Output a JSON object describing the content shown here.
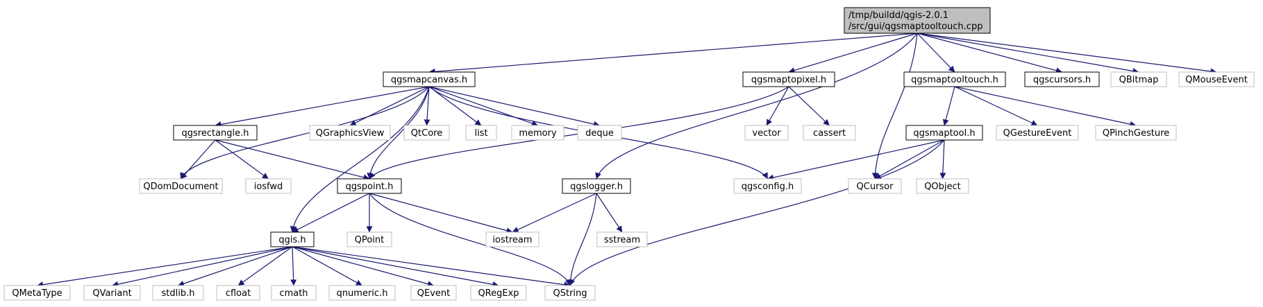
{
  "colors": {
    "edge": "#191970",
    "root_fill": "#bfbfbf",
    "node_border": "#000000",
    "external_border": "#bfbfbf"
  },
  "nodes": [
    {
      "id": "root",
      "lines": [
        "/tmp/buildd/qgis-2.0.1",
        "/src/gui/qgsmaptooltouch.cpp"
      ],
      "kind": "root"
    },
    {
      "id": "qgsmapcanvas_h",
      "lines": [
        "qgsmapcanvas.h"
      ],
      "kind": "normal"
    },
    {
      "id": "qgsmaptopixel_h",
      "lines": [
        "qgsmaptopixel.h"
      ],
      "kind": "normal"
    },
    {
      "id": "qgsmaptooltouch_h",
      "lines": [
        "qgsmaptooltouch.h"
      ],
      "kind": "normal"
    },
    {
      "id": "qgscursors_h",
      "lines": [
        "qgscursors.h"
      ],
      "kind": "normal"
    },
    {
      "id": "QBitmap",
      "lines": [
        "QBitmap"
      ],
      "kind": "ext"
    },
    {
      "id": "QMouseEvent",
      "lines": [
        "QMouseEvent"
      ],
      "kind": "ext"
    },
    {
      "id": "qgsrectangle_h",
      "lines": [
        "qgsrectangle.h"
      ],
      "kind": "normal"
    },
    {
      "id": "QGraphicsView",
      "lines": [
        "QGraphicsView"
      ],
      "kind": "ext"
    },
    {
      "id": "QtCore",
      "lines": [
        "QtCore"
      ],
      "kind": "ext"
    },
    {
      "id": "list",
      "lines": [
        "list"
      ],
      "kind": "ext"
    },
    {
      "id": "memory",
      "lines": [
        "memory"
      ],
      "kind": "ext"
    },
    {
      "id": "deque",
      "lines": [
        "deque"
      ],
      "kind": "ext"
    },
    {
      "id": "vector",
      "lines": [
        "vector"
      ],
      "kind": "ext"
    },
    {
      "id": "cassert",
      "lines": [
        "cassert"
      ],
      "kind": "ext"
    },
    {
      "id": "qgsmaptool_h",
      "lines": [
        "qgsmaptool.h"
      ],
      "kind": "normal"
    },
    {
      "id": "QGestureEvent",
      "lines": [
        "QGestureEvent"
      ],
      "kind": "ext"
    },
    {
      "id": "QPinchGesture",
      "lines": [
        "QPinchGesture"
      ],
      "kind": "ext"
    },
    {
      "id": "QDomDocument",
      "lines": [
        "QDomDocument"
      ],
      "kind": "ext"
    },
    {
      "id": "iosfwd",
      "lines": [
        "iosfwd"
      ],
      "kind": "ext"
    },
    {
      "id": "qgspoint_h",
      "lines": [
        "qgspoint.h"
      ],
      "kind": "normal"
    },
    {
      "id": "qgslogger_h",
      "lines": [
        "qgslogger.h"
      ],
      "kind": "normal"
    },
    {
      "id": "qgsconfig_h",
      "lines": [
        "qgsconfig.h"
      ],
      "kind": "ext"
    },
    {
      "id": "QCursor",
      "lines": [
        "QCursor"
      ],
      "kind": "ext"
    },
    {
      "id": "QObject",
      "lines": [
        "QObject"
      ],
      "kind": "ext"
    },
    {
      "id": "qgis_h",
      "lines": [
        "qgis.h"
      ],
      "kind": "normal"
    },
    {
      "id": "QPoint",
      "lines": [
        "QPoint"
      ],
      "kind": "ext"
    },
    {
      "id": "iostream",
      "lines": [
        "iostream"
      ],
      "kind": "ext"
    },
    {
      "id": "sstream",
      "lines": [
        "sstream"
      ],
      "kind": "ext"
    },
    {
      "id": "QMetaType",
      "lines": [
        "QMetaType"
      ],
      "kind": "ext"
    },
    {
      "id": "QVariant",
      "lines": [
        "QVariant"
      ],
      "kind": "ext"
    },
    {
      "id": "stdlib_h",
      "lines": [
        "stdlib.h"
      ],
      "kind": "ext"
    },
    {
      "id": "cfloat",
      "lines": [
        "cfloat"
      ],
      "kind": "ext"
    },
    {
      "id": "cmath",
      "lines": [
        "cmath"
      ],
      "kind": "ext"
    },
    {
      "id": "qnumeric_h",
      "lines": [
        "qnumeric.h"
      ],
      "kind": "ext"
    },
    {
      "id": "QEvent",
      "lines": [
        "QEvent"
      ],
      "kind": "ext"
    },
    {
      "id": "QRegExp",
      "lines": [
        "QRegExp"
      ],
      "kind": "ext"
    },
    {
      "id": "QString",
      "lines": [
        "QString"
      ],
      "kind": "ext"
    }
  ],
  "edges": [
    [
      "root",
      "qgsmapcanvas_h"
    ],
    [
      "root",
      "qgslogger_h"
    ],
    [
      "root",
      "qgsmaptopixel_h"
    ],
    [
      "root",
      "QCursor"
    ],
    [
      "root",
      "qgsmaptooltouch_h"
    ],
    [
      "root",
      "qgscursors_h"
    ],
    [
      "root",
      "QBitmap"
    ],
    [
      "root",
      "QMouseEvent"
    ],
    [
      "qgsmapcanvas_h",
      "qgsrectangle_h"
    ],
    [
      "qgsmapcanvas_h",
      "QDomDocument"
    ],
    [
      "qgsmapcanvas_h",
      "qgis_h"
    ],
    [
      "qgsmapcanvas_h",
      "qgspoint_h"
    ],
    [
      "qgsmapcanvas_h",
      "QGraphicsView"
    ],
    [
      "qgsmapcanvas_h",
      "QtCore"
    ],
    [
      "qgsmapcanvas_h",
      "list"
    ],
    [
      "qgsmapcanvas_h",
      "memory"
    ],
    [
      "qgsmapcanvas_h",
      "deque"
    ],
    [
      "qgsmapcanvas_h",
      "qgsconfig_h"
    ],
    [
      "qgsmaptopixel_h",
      "qgspoint_h"
    ],
    [
      "qgsmaptopixel_h",
      "vector"
    ],
    [
      "qgsmaptopixel_h",
      "cassert"
    ],
    [
      "qgsmaptooltouch_h",
      "qgsmaptool_h"
    ],
    [
      "qgsmaptooltouch_h",
      "QGestureEvent"
    ],
    [
      "qgsmaptooltouch_h",
      "QPinchGesture"
    ],
    [
      "qgsmaptool_h",
      "qgsconfig_h"
    ],
    [
      "qgsmaptool_h",
      "QCursor"
    ],
    [
      "qgsmaptool_h",
      "QObject"
    ],
    [
      "qgsmaptool_h",
      "QString"
    ],
    [
      "qgsrectangle_h",
      "QDomDocument"
    ],
    [
      "qgsrectangle_h",
      "iosfwd"
    ],
    [
      "qgsrectangle_h",
      "qgspoint_h"
    ],
    [
      "qgspoint_h",
      "qgis_h"
    ],
    [
      "qgspoint_h",
      "QPoint"
    ],
    [
      "qgspoint_h",
      "iostream"
    ],
    [
      "qgspoint_h",
      "QString"
    ],
    [
      "qgslogger_h",
      "iostream"
    ],
    [
      "qgslogger_h",
      "sstream"
    ],
    [
      "qgslogger_h",
      "QString"
    ],
    [
      "qgis_h",
      "QMetaType"
    ],
    [
      "qgis_h",
      "QVariant"
    ],
    [
      "qgis_h",
      "stdlib_h"
    ],
    [
      "qgis_h",
      "cfloat"
    ],
    [
      "qgis_h",
      "cmath"
    ],
    [
      "qgis_h",
      "qnumeric_h"
    ],
    [
      "qgis_h",
      "QEvent"
    ],
    [
      "qgis_h",
      "QRegExp"
    ],
    [
      "qgis_h",
      "QString"
    ]
  ]
}
